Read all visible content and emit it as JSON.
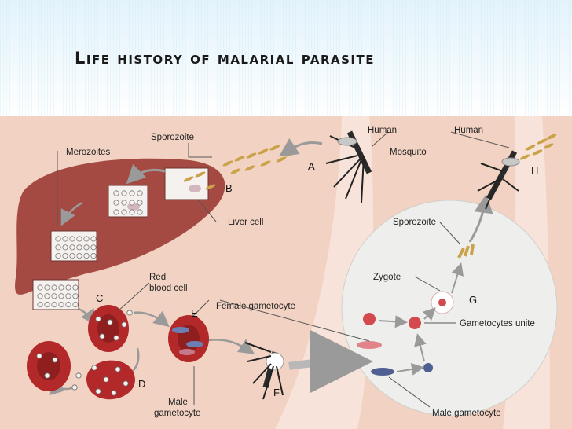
{
  "title": "Life history of malarial parasite",
  "labels": {
    "sporozoite_top": "Sporozoite",
    "human_1": "Human",
    "human_2": "Human",
    "mosquito": "Mosquito",
    "merozoites": "Merozoites",
    "liver_cell": "Liver cell",
    "sporozoite_right": "Sporozoite",
    "zygote": "Zygote",
    "red_blood_cell_1": "Red",
    "red_blood_cell_2": "blood cell",
    "female_gametocyte": "Female gametocyte",
    "gametocytes_unite": "Gametocytes unite",
    "male_gametocyte_left_1": "Male",
    "male_gametocyte_left_2": "gametocyte",
    "male_gametocyte_right": "Male gametocyte"
  },
  "stages": [
    "A",
    "B",
    "C",
    "D",
    "E",
    "F",
    "G",
    "H"
  ],
  "colors": {
    "skin": "#f2d2c2",
    "liver": "#a54a42",
    "blood_cell": "#b3292a",
    "circle_bg": "#eeeeec"
  }
}
